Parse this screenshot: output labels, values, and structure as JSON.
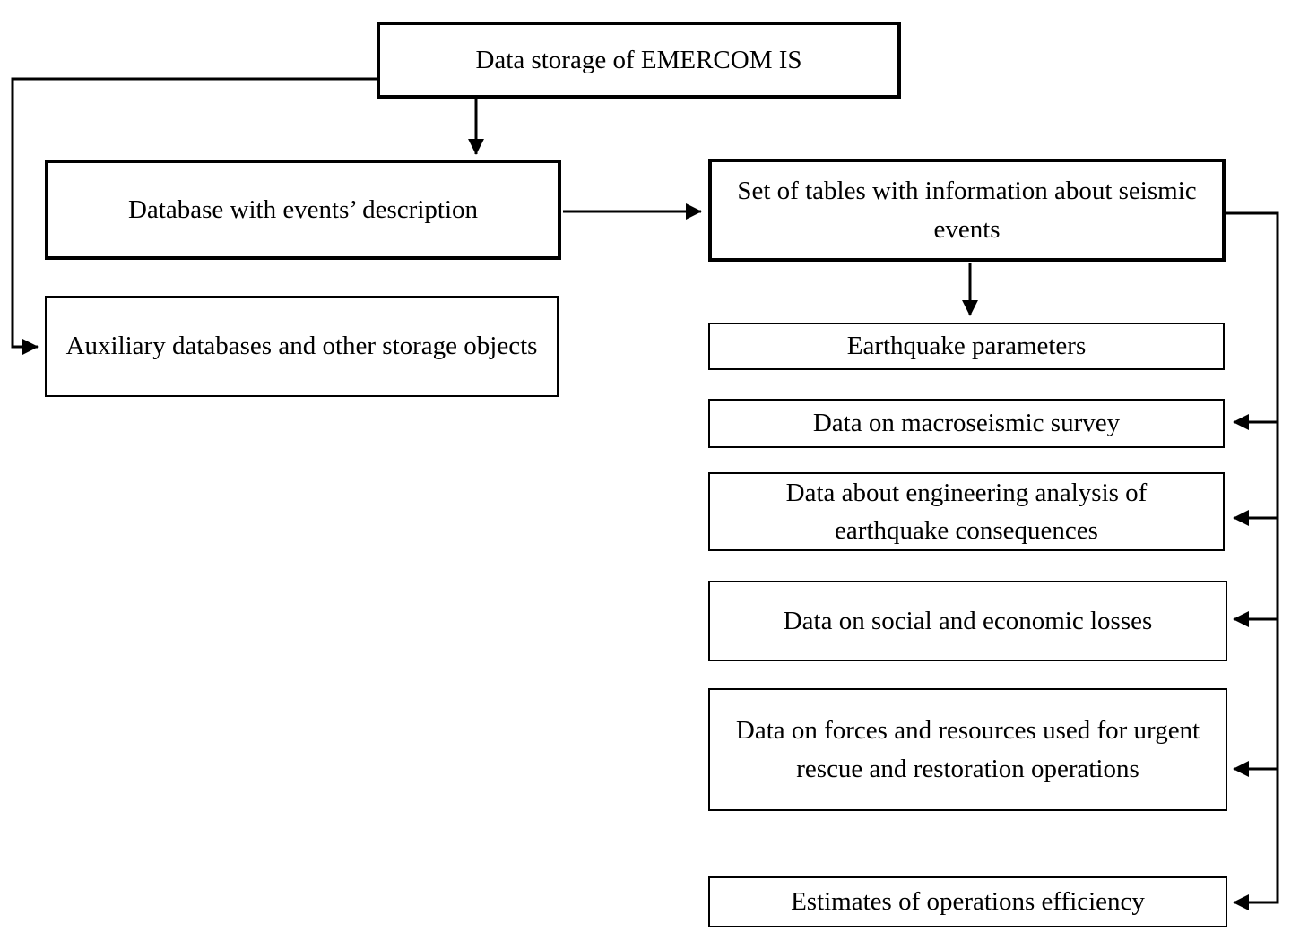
{
  "diagram": {
    "title": "Data storage of EMERCOM IS scheme",
    "colors": {
      "line": "#000000",
      "box_border": "#000000",
      "background": "#ffffff"
    },
    "nodes": {
      "data_storage": "Data storage of EMERCOM IS",
      "events_db": "Database with  events’ description",
      "seismic_tables": "Set of  tables with information about seismic events",
      "auxiliary_db": "Auxiliary  databases and other storage objects",
      "earthquake_params": "Earthquake parameters",
      "macroseismic": "Data on  macroseismic  survey",
      "engineering": "Data about  engineering  analysis of earthquake  consequences",
      "losses": "Data on social and economic losses",
      "forces": "Data on  forces and resources  used for urgent rescue and restoration operations",
      "estimates": "Estimates of  operations  efficiency"
    }
  }
}
